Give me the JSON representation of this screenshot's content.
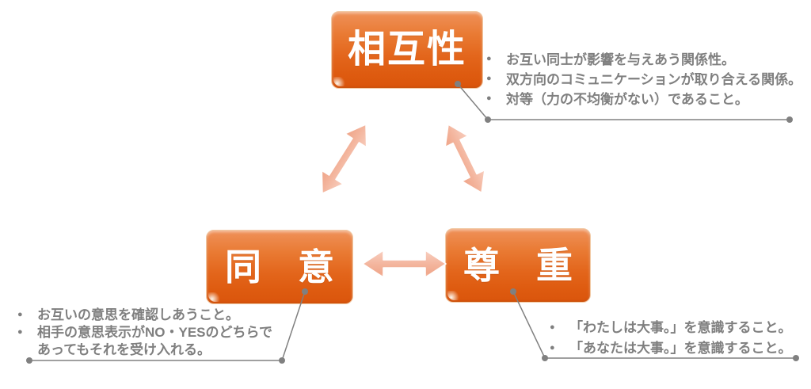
{
  "diagram": {
    "nodes": {
      "mutuality": {
        "label": "相互性"
      },
      "consent": {
        "label": "同　意"
      },
      "respect": {
        "label": "尊　重"
      }
    },
    "annotations": {
      "mutuality": {
        "items": [
          "お互い同士が影響を与えあう関係性。",
          "双方向のコミュニケーションが取り合える関係。",
          "対等（力の不均衡がない）であること。"
        ]
      },
      "consent": {
        "items": [
          "お互いの意思を確認しあうこと。",
          "相手の意思表示がNO・YESのどちらであってもそれを受け入れる。"
        ]
      },
      "respect": {
        "items": [
          "「わたしは大事。」を意識すること。",
          "「あなたは大事。」を意識すること。"
        ]
      }
    },
    "icons": {
      "bullet": "●"
    },
    "colors": {
      "node_orange_top": "#EF9159",
      "node_orange_bottom": "#DA550C",
      "arrow_salmon_light": "#F8CFC0",
      "arrow_salmon_dark": "#F0A88D",
      "text_gray": "#7F7F7F",
      "callout_line_gray": "#808080",
      "node_text": "#FFFFFF"
    }
  }
}
